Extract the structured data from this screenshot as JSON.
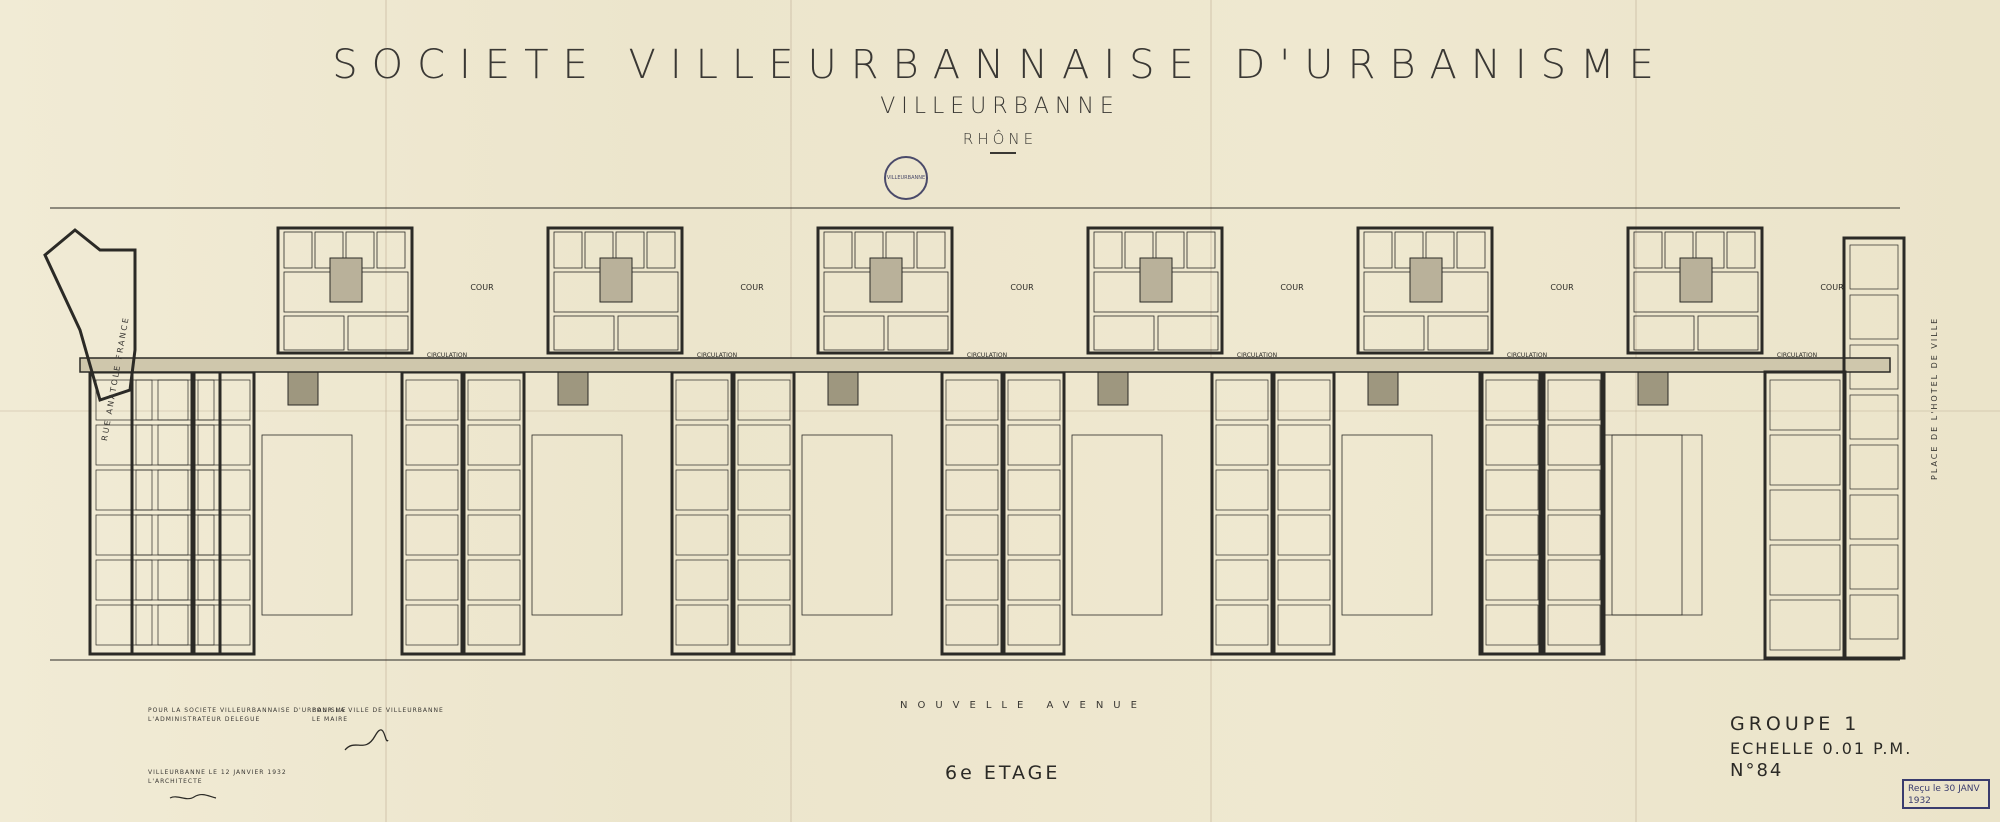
{
  "title": {
    "line1": "SOCIETE VILLEURBANNAISE D'URBANISME",
    "line2": "VILLEURBANNE",
    "line3": "RHÔNE"
  },
  "stamp": "VILLE DE VILLEURBANNE",
  "streets": {
    "left": "RUE ANATOLE FRANCE",
    "right": "PLACE DE L'HOTEL DE VILLE",
    "bottom": "NOUVELLE AVENUE"
  },
  "plan_labels": {
    "cour": "COUR",
    "circulation": "CIRCULATION"
  },
  "signatures": {
    "societe": "POUR LA SOCIETE VILLEURBANNAISE D'URBANISME\nL'ADMINISTRATEUR DELEGUE",
    "ville": "POUR LA VILLE DE VILLEURBANNE\nLE MAIRE",
    "date": "VILLEURBANNE LE 12 JANVIER 1932\nL'ARCHITECTE"
  },
  "cartouche": {
    "groupe": "GROUPE 1",
    "echelle": "ECHELLE 0.01 P.M.",
    "numero": "N°84",
    "etage": "6e ETAGE"
  },
  "recu": "Reçu le 30 JANV 1932"
}
